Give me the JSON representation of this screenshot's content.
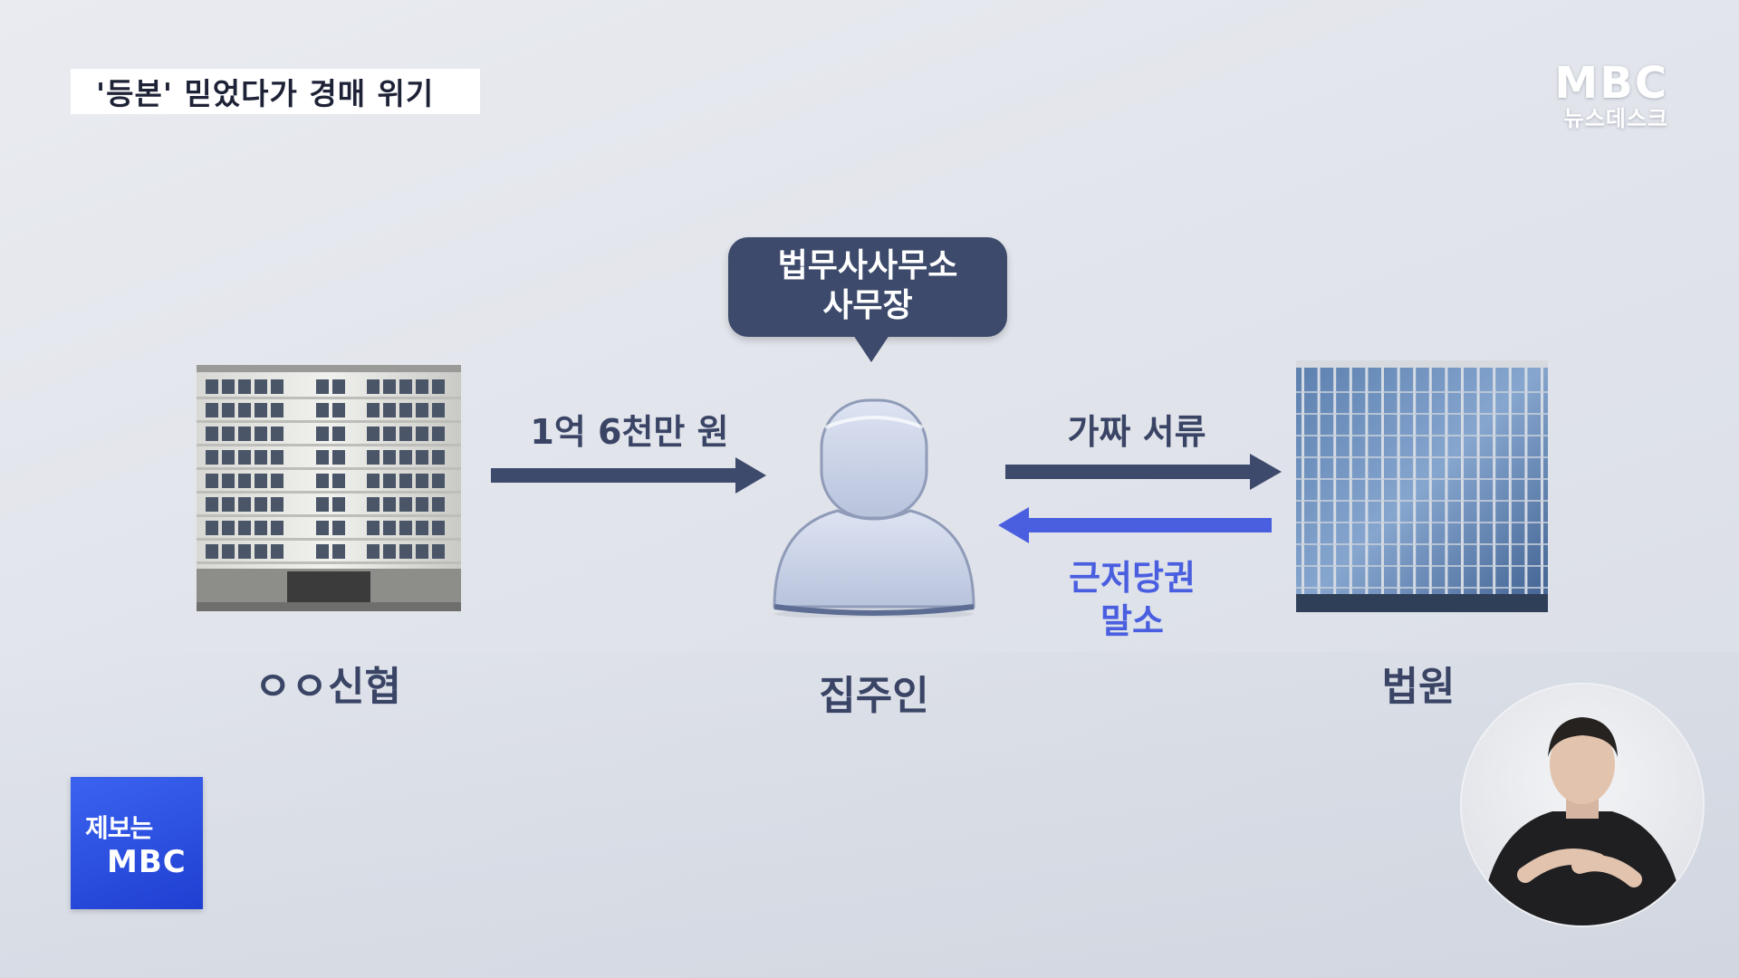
{
  "headline": "'등본' 믿었다가 경매 위기",
  "broadcaster": {
    "logo": "MBC",
    "program": "뉴스데스크"
  },
  "diagram": {
    "left_entity": {
      "label": "ㅇㅇ신협",
      "icon": "apartment-building-icon"
    },
    "center_entity": {
      "label": "집주인",
      "icon": "person-icon"
    },
    "right_entity": {
      "label": "법원",
      "icon": "glass-office-building-icon"
    },
    "speech_bubble": {
      "line1": "법무사사무소",
      "line2": "사무장"
    },
    "arrow_left_to_center": "1억 6천만 원",
    "arrow_center_to_right": "가짜 서류",
    "arrow_right_to_center": {
      "line1": "근저당권",
      "line2": "말소"
    }
  },
  "report_badge": {
    "line1": "제보는",
    "line2": "MBC"
  },
  "sign_interpreter": {
    "icon": "sign-language-interpreter"
  },
  "colors": {
    "dark_navy": "#3d4a6b",
    "text_navy": "#3a4566",
    "accent_blue": "#4a5fe0",
    "badge_blue": "#2b4fe0"
  }
}
